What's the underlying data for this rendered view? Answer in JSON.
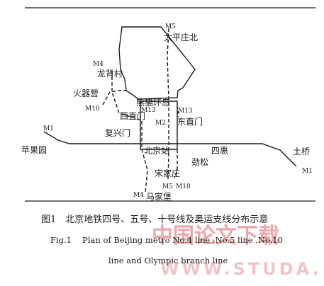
{
  "figure": {
    "stations": {
      "taipingzhuang_north": "太平庄北",
      "longbeicun": "龙背村",
      "huoqiying": "火器营",
      "xonglao_loop": "熊猫环岛",
      "xizhimen": "西直门",
      "dongzhimen": "东直门",
      "fuxingmen": "复兴门",
      "pingguoyuan": "苹果园",
      "beijing_station": "北京站",
      "sihui": "四惠",
      "tuqiao": "土桥",
      "jinsong": "劲松",
      "songjiazhuang": "宋家庄",
      "majiapu": "马家堡"
    },
    "line_labels": {
      "m5_top": "M5",
      "m4_top": "M4",
      "m10_left": "M10",
      "m13_left": "M13",
      "m13_right": "M13",
      "m2": "M2",
      "m1_left": "M1",
      "m1_right": "M1",
      "m5_bottom": "M5",
      "m10_bottom": "M10",
      "m4_bottom": "M4"
    },
    "caption": {
      "chinese": "图1　北京地铁四号、五号、十号线及奥运支线分布示意",
      "english_line1": "Fig.1　 Plan of Beijing metro No.4 line ,No.5 line ,No.10",
      "english_line2": "line and Olympic branch line"
    },
    "watermark": {
      "chinese": "中国论文下载",
      "url": "WWW.STUDA."
    },
    "colors": {
      "ink": "#1a1a1a",
      "watermark_dark": "#e9a9ac",
      "watermark_light": "#f0c4c6"
    }
  }
}
